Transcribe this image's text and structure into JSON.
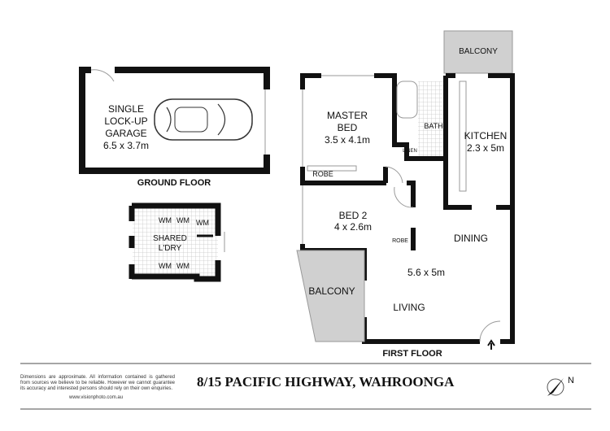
{
  "ground_floor": {
    "label": "GROUND FLOOR",
    "garage": {
      "name": "SINGLE\nLOCK-UP\nGARAGE",
      "dims": "6.5 x 3.7m"
    },
    "laundry": {
      "name": "SHARED\nL'DRY",
      "appliances": [
        "WM",
        "WM",
        "WM",
        "WM",
        "WM"
      ]
    }
  },
  "first_floor": {
    "label": "FIRST FLOOR",
    "rooms": {
      "balcony_top": "BALCONY",
      "master_bed": {
        "name": "MASTER\nBED",
        "dims": "3.5 x 4.1m"
      },
      "robe1": "ROBE",
      "bath": "BATH",
      "linen": "LINEN",
      "kitchen": {
        "name": "KITCHEN",
        "dims": "2.3 x 5m"
      },
      "bed2": {
        "name": "BED 2",
        "dims": "4 x 2.6m"
      },
      "robe2": "ROBE",
      "dining": "DINING",
      "living_dims": "5.6 x 5m",
      "balcony_bottom": "BALCONY",
      "living": "LIVING"
    }
  },
  "footer": {
    "address": "8/15 PACIFIC HIGHWAY, WAHROONGA",
    "disclaimer": "Dimensions are approximate. All information contained is gathered from sources we believe to be reliable. However we cannot guarantee its accuracy and interested persons should rely on their own enquiries.",
    "website": "www.visionphoto.com.au",
    "compass_icon": "north-arrow-icon",
    "compass_letter": "N"
  },
  "colors": {
    "wall": "#111111",
    "balcony_fill": "#d0d0d0",
    "tile_grid": "#c8c8c8",
    "rule": "#888888"
  }
}
